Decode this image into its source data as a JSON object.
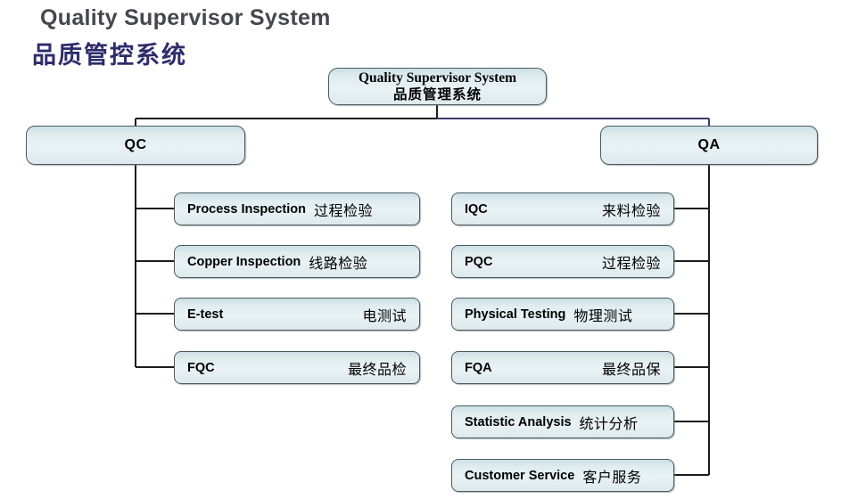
{
  "page": {
    "title_en": "Quality Supervisor System",
    "title_zh": "品质管控系统",
    "bg_color": "#ffffff",
    "title_en_color": "#46464e",
    "title_zh_color": "#2e2b6b",
    "node_fill": "#e2edf0",
    "node_border": "#4a5a60",
    "wire_color": "#1c1c1c",
    "wire_color_right": "#3a3a6b"
  },
  "chart_data": {
    "type": "diagram",
    "layout": "org-chart",
    "root": {
      "id": "root",
      "label_en": "Quality Supervisor System",
      "label_zh": "品质管理系统"
    },
    "branches": [
      {
        "id": "qc",
        "label": "QC",
        "side": "left",
        "children": [
          {
            "id": "process-inspection",
            "en": "Process Inspection",
            "zh": "过程检验",
            "layout": "tight"
          },
          {
            "id": "copper-inspection",
            "en": "Copper Inspection",
            "zh": "线路检验",
            "layout": "tight"
          },
          {
            "id": "e-test",
            "en": "E-test",
            "zh": "电测试",
            "layout": "split"
          },
          {
            "id": "fqc",
            "en": "FQC",
            "zh": "最终品检",
            "layout": "split"
          }
        ]
      },
      {
        "id": "qa",
        "label": "QA",
        "side": "right",
        "children": [
          {
            "id": "iqc",
            "en": "IQC",
            "zh": "来料检验",
            "layout": "split"
          },
          {
            "id": "pqc",
            "en": "PQC",
            "zh": "过程检验",
            "layout": "split"
          },
          {
            "id": "physical-testing",
            "en": "Physical Testing",
            "zh": "物理测试",
            "layout": "tight"
          },
          {
            "id": "fqa",
            "en": "FQA",
            "zh": "最终品保",
            "layout": "split"
          },
          {
            "id": "statistic-analysis",
            "en": "Statistic Analysis",
            "zh": "统计分析",
            "layout": "tight"
          },
          {
            "id": "customer-service",
            "en": "Customer Service",
            "zh": "客户服务",
            "layout": "tight"
          }
        ]
      }
    ]
  }
}
